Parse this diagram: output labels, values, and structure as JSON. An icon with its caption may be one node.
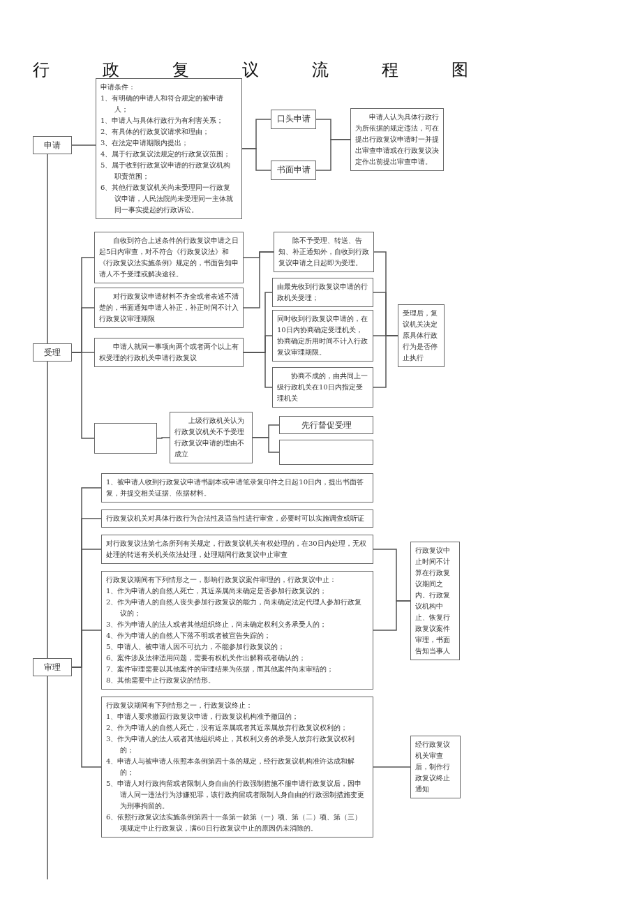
{
  "diagram": {
    "title": "行政复议流程图",
    "nodes": [
      {
        "text": [
          "申请"
        ]
      },
      {
        "text": [
          "申请条件：",
          "1、有明确的申请人和符合规定的被申请人；",
          "1、申请人与具体行政行为有利害关系；",
          "2、有具体的行政复议请求和理由；",
          "3、在法定申请期限内提出；",
          "4、属于行政复议法规定的行政复议范围；",
          "5、属于收到行政复议申请的行政复议机构职责范围；",
          "6、其他行政复议机关尚未受理同一行政复议申请，人民法院尚未受理同一主体就同一事实提起的行政诉讼。"
        ]
      },
      {
        "text": [
          "口头申请"
        ]
      },
      {
        "text": [
          "书面申请"
        ]
      },
      {
        "text": [
          "申请人认为具体行政行为所依据的规定违法，可在提出行政复议申请时一并提出审查申请或在行政复议决定作出前提出审查申请。"
        ]
      },
      {
        "text": [
          "受理"
        ]
      },
      {
        "text": [
          "自收到符合上述条件的行政复议申请之日起5日内审查，对不符合《行政复议法》和《行政复议法实施条例》规定的，书面告知申请人不予受理或解决途径。"
        ]
      },
      {
        "text": [
          "对行政复议申请材料不齐全或者表述不清楚的，书面通知申请人补正，补正时间不计入行政复议审理期限"
        ]
      },
      {
        "text": [
          "申请人就同一事项向两个或者两个以上有权受理的行政机关申请行政复议"
        ]
      },
      {
        "text": [
          "除不予受理、转送、告知、补正通知外，自收到行政复议申请之日起即为受理。"
        ]
      },
      {
        "text": [
          "由最先收到行政复议申请的行政机关受理；"
        ]
      },
      {
        "text": [
          "同时收到行政复议申请的，在10日内协商确定受理机关，协商确定所用时间不计入行政复议审理期限。"
        ]
      },
      {
        "text": [
          "协商不成的，由共同上一级行政机关在10日内指定受理机关"
        ]
      },
      {
        "text": [
          "受理后，复议机关决定原具体行政行为是否停止执行"
        ]
      },
      {
        "text": [],
        "shape": "box"
      },
      {
        "text": [
          "上级行政机关认为行政复议机关不予受理行政复议申请的理由不成立"
        ]
      },
      {
        "text": [
          "先行督促受理"
        ]
      },
      {
        "text": [],
        "shape": "box"
      },
      {
        "text": [
          "1、被申请人收到行政复议申请书副本或申请笔录复印件之日起10日内，提出书面答复，并提交相关证据、依据材料。"
        ]
      },
      {
        "text": [
          "行政复议机关对具体行政行为合法性及适当性进行审查，必要时可以实施调查或听证"
        ]
      },
      {
        "text": [
          "对行政复议法第七条所列有关规定，行政复议机关有权处理的，在30日内处理，无权处理的转送有关机关依法处理，处理期间行政复议中止审查"
        ]
      },
      {
        "text": [
          "行政复议期间有下列情形之一，影响行政复议案件审理的，行政复议中止：",
          "1、作为申请人的自然人死亡，其近亲属尚未确定是否参加行政复议的；",
          "2、作为申请人的自然人丧失参加行政复议的能力，尚未确定法定代理人参加行政复议的；",
          "3、作为申请人的法人或者其他组织终止，尚未确定权利义务承受人的；",
          "4、作为申请人的自然人下落不明或者被宣告失踪的；",
          "5、申请人、被申请人因不可抗力，不能参加行政复议的；",
          "6、案件涉及法律适用问题，需要有权机关作出解释或者确认的；",
          "7、案件审理需要以其他案件的审理结果为依据，而其他案件尚未审结的；",
          "8、其他需要中止行政复议的情形。"
        ]
      },
      {
        "text": [
          "行政复议中止时间不计算在行政复议期间之内。行政复议机构中止、恢复行政复议案件审理，书面告知当事人"
        ]
      },
      {
        "text": [
          "行政复议期间有下列情形之一，行政复议终止：",
          "1、申请人要求撤回行政复议申请，行政复议机构准予撤回的；",
          "2、作为申请人的自然人死亡，没有近亲属或者其近亲属放弃行政复议权利的；",
          "3、作为申请人的法人或者其他组织终止，其权利义务的承受人放弃行政复议权利的；",
          "4、申请人与被申请人依照本条例第四十条的规定，经行政复议机构准许达成和解的；",
          "5、申请人对行政拘留或者限制人身自由的行政强制措施不服申请行政复议后，因申请人同一违法行为涉嫌犯罪，该行政拘留或者限制人身自由的行政强制措施变更为刑事拘留的。",
          "6、依照行政复议法实施条例第四十一条第一款第（一）项、第（二）项、第（三）项规定中止行政复议，满60日行政复议中止的原因仍未消除的。"
        ]
      },
      {
        "text": [
          "经行政复议机关审查后，制作行政复议终止通知"
        ]
      },
      {
        "text": [
          "审理"
        ]
      }
    ],
    "edges": [
      {
        "from": 0,
        "to": 1,
        "arrow": "none"
      },
      {
        "from": 1,
        "to": 2,
        "arrow": "none"
      },
      {
        "from": 1,
        "to": 3,
        "arrow": "none"
      },
      {
        "from": 2,
        "to": 4,
        "arrow": "none"
      },
      {
        "from": 3,
        "to": 4,
        "arrow": "none"
      },
      {
        "from": 0,
        "to": 5,
        "arrow": "none"
      },
      {
        "from": 5,
        "to": 6,
        "arrow": "none"
      },
      {
        "from": 5,
        "to": 7,
        "arrow": "none"
      },
      {
        "from": 5,
        "to": 8,
        "arrow": "none"
      },
      {
        "from": 5,
        "to": 14,
        "arrow": "none"
      },
      {
        "from": 6,
        "to": 9,
        "arrow": "none"
      },
      {
        "from": 7,
        "to": 9,
        "arrow": "none"
      },
      {
        "from": 8,
        "to": 10,
        "arrow": "none"
      },
      {
        "from": 8,
        "to": 11,
        "arrow": "none"
      },
      {
        "from": 8,
        "to": 12,
        "arrow": "none"
      },
      {
        "from": 9,
        "to": 13,
        "arrow": "none"
      },
      {
        "from": 10,
        "to": 13,
        "arrow": "none"
      },
      {
        "from": 11,
        "to": 13,
        "arrow": "none"
      },
      {
        "from": 12,
        "to": 13,
        "arrow": "none"
      },
      {
        "from": 14,
        "to": 15,
        "arrow": "none"
      },
      {
        "from": 15,
        "to": 16,
        "arrow": "none"
      },
      {
        "from": 15,
        "to": 17,
        "arrow": "none"
      },
      {
        "from": 5,
        "to": 25,
        "arrow": "none"
      },
      {
        "from": 25,
        "to": 18,
        "arrow": "none"
      },
      {
        "from": 25,
        "to": 19,
        "arrow": "none"
      },
      {
        "from": 25,
        "to": 20,
        "arrow": "none"
      },
      {
        "from": 25,
        "to": 21,
        "arrow": "none"
      },
      {
        "from": 25,
        "to": 23,
        "arrow": "none"
      },
      {
        "from": 20,
        "to": 22,
        "arrow": "none"
      },
      {
        "from": 21,
        "to": 22,
        "arrow": "none"
      },
      {
        "from": 23,
        "to": 24,
        "arrow": "none"
      }
    ]
  }
}
